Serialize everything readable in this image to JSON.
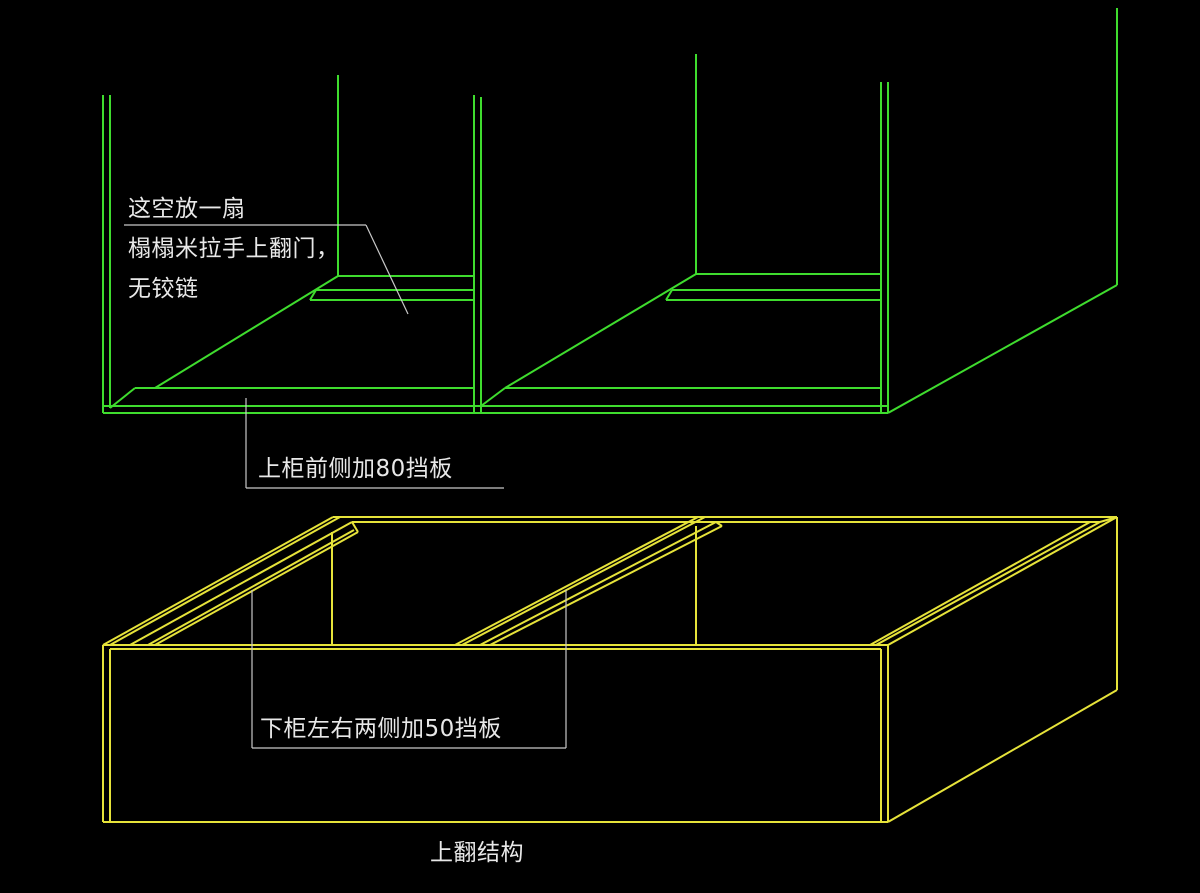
{
  "colors": {
    "background": "#000000",
    "upper_cabinet": "#3fdc2e",
    "lower_cabinet": "#e6e33a",
    "annotation": "#c8c8c8",
    "text": "#e8e8e8"
  },
  "annotations": {
    "door_note": [
      "这空放一扇",
      "榻榻米拉手上翻门，",
      "无铰链"
    ],
    "upper_front_panel": "上柜前侧加80挡板",
    "lower_side_panels": "下柜左右两侧加50挡板",
    "caption": "上翻结构"
  }
}
